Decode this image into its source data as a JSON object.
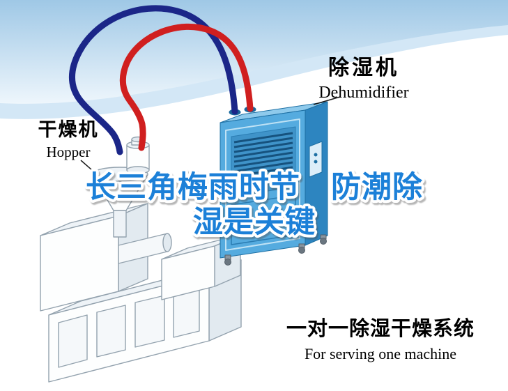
{
  "headline": {
    "line1": "长三角梅雨时节　防潮除",
    "line2": "湿是关键"
  },
  "labels": {
    "dehumidifier_zh": "除湿机",
    "dehumidifier_en": "Dehumidifier",
    "hopper_zh": "干燥机",
    "hopper_en": "Hopper",
    "system_zh": "一对一除湿干燥系统",
    "system_en": "For serving one machine"
  },
  "colors": {
    "headline_fill": "#1a80d8",
    "pipe_supply_red": "#d01f1f",
    "pipe_return_blue": "#1b2688",
    "machine_front": "#55abdf",
    "machine_side": "#2d85c0",
    "machine_top": "#8ecaec",
    "sky_top": "#9fc8e6"
  },
  "graphics": {
    "dehumidifier_unit": "dehumidifier-machine",
    "hopper_unit": "hopper-funnel",
    "extruder_unit": "extruder-machine",
    "red_hose": "supply-air-hose",
    "blue_hose": "return-air-hose"
  }
}
